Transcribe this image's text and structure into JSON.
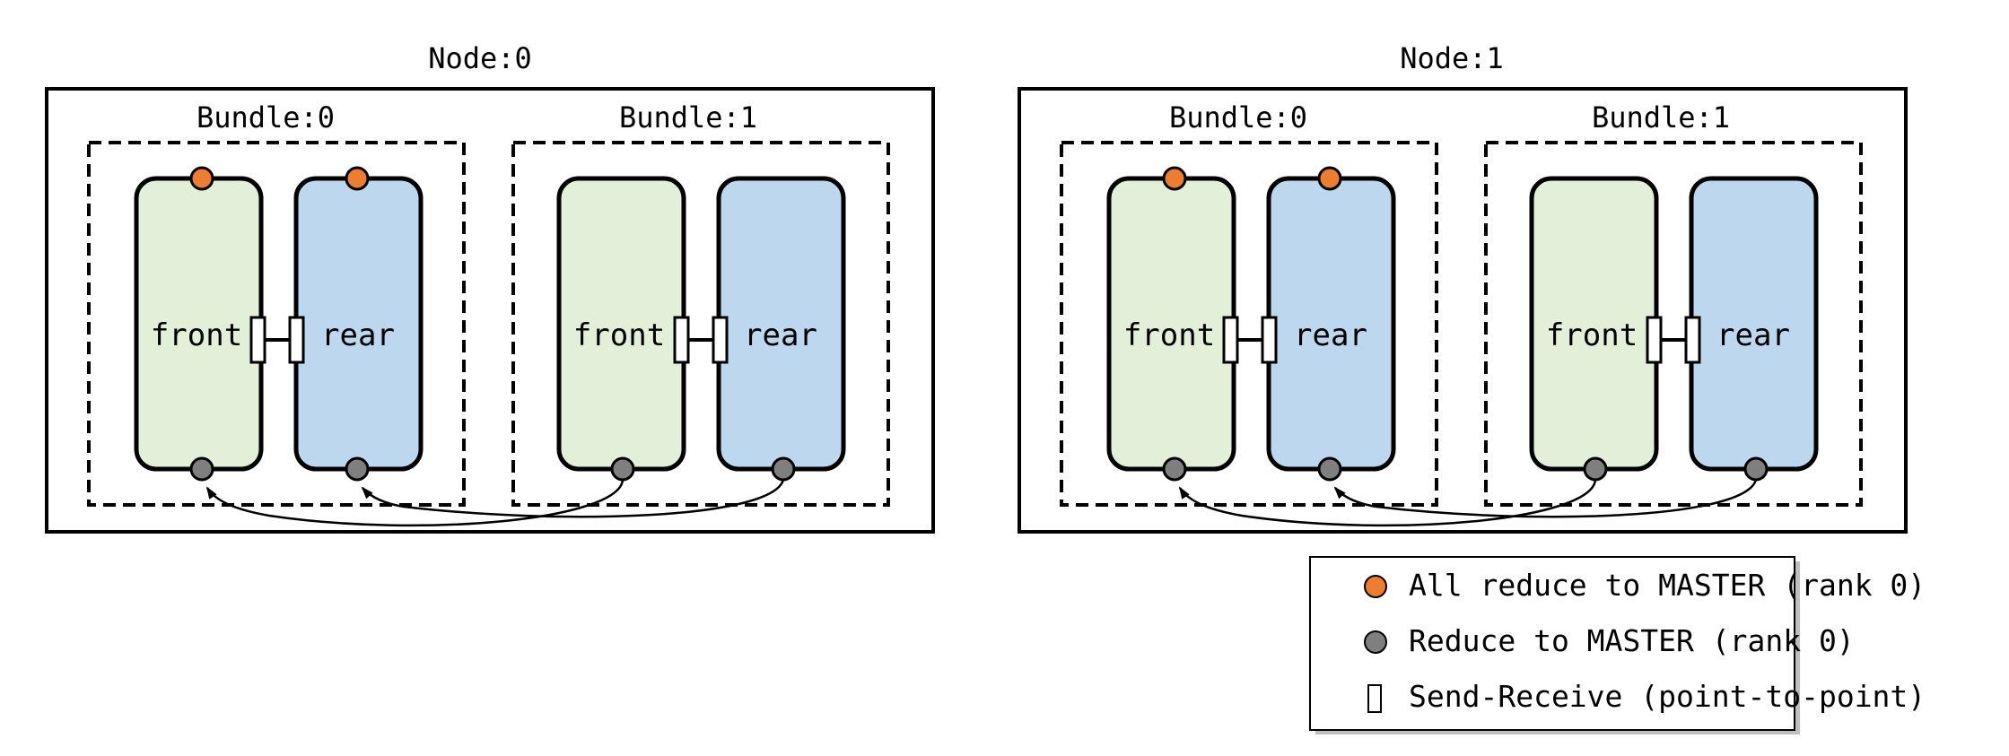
{
  "colors": {
    "front_fill": "#e2efd9",
    "rear_fill": "#bdd7ee",
    "allreduce_dot": "#ed7d31",
    "reduce_dot": "#7f7f7f",
    "stroke": "#000000"
  },
  "nodes": [
    {
      "title": "Node:0",
      "bundles": [
        {
          "title": "Bundle:0",
          "gpus": [
            {
              "label": "front"
            },
            {
              "label": "rear"
            }
          ]
        },
        {
          "title": "Bundle:1",
          "gpus": [
            {
              "label": "front"
            },
            {
              "label": "rear"
            }
          ]
        }
      ]
    },
    {
      "title": "Node:1",
      "bundles": [
        {
          "title": "Bundle:0",
          "gpus": [
            {
              "label": "front"
            },
            {
              "label": "rear"
            }
          ]
        },
        {
          "title": "Bundle:1",
          "gpus": [
            {
              "label": "front"
            },
            {
              "label": "rear"
            }
          ]
        }
      ]
    }
  ],
  "legend": {
    "items": [
      {
        "icon": "orange-dot-icon",
        "label": "All reduce to MASTER (rank 0)"
      },
      {
        "icon": "gray-dot-icon",
        "label": "Reduce to MASTER (rank 0)"
      },
      {
        "icon": "send-receive-port-icon",
        "label": "Send-Receive (point-to-point)"
      }
    ]
  }
}
